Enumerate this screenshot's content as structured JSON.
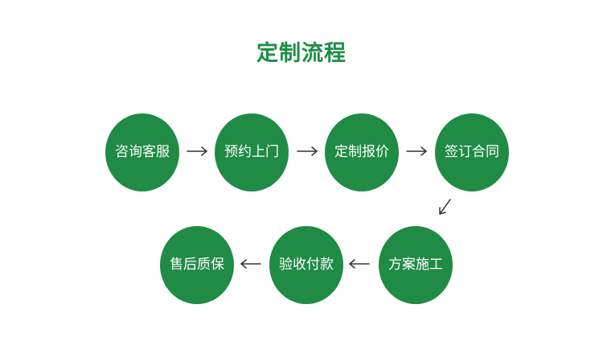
{
  "title": "定制流程",
  "steps": [
    {
      "label": "咨询客服"
    },
    {
      "label": "预约上门"
    },
    {
      "label": "定制报价"
    },
    {
      "label": "签订合同"
    },
    {
      "label": "方案施工"
    },
    {
      "label": "验收付款"
    },
    {
      "label": "售后质保"
    }
  ],
  "colors": {
    "circle": "#1f8b45",
    "title": "#1f8f45",
    "arrow": "#333333"
  }
}
